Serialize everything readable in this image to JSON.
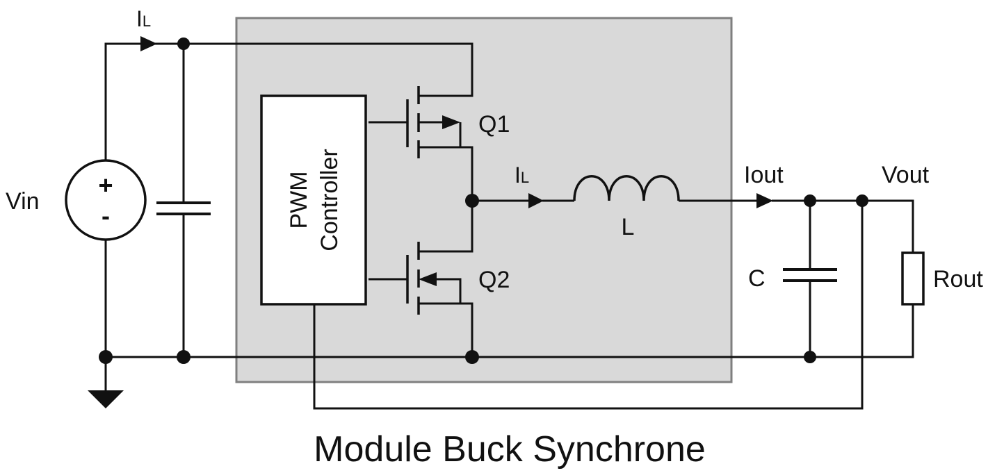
{
  "title": "Module Buck Synchrone",
  "labels": {
    "il_main": "I",
    "il_main_sub": "L",
    "il_inductor": "I",
    "il_inductor_sub": "L",
    "vin": "Vin",
    "plus": "+",
    "minus": "-",
    "q1": "Q1",
    "q2": "Q2",
    "controller_line1": "PWM",
    "controller_line2": "Controller",
    "inductor": "L",
    "iout": "Iout",
    "vout": "Vout",
    "capacitor": "C",
    "rout": "Rout"
  },
  "colors": {
    "module_fill": "#d9d9d9",
    "module_border": "#7f7f7f",
    "wire": "#111111",
    "background": "#ffffff"
  },
  "icons": {
    "source": "voltage-source-icon",
    "ground": "ground-icon",
    "capacitor": "capacitor-icon",
    "inductor": "inductor-icon",
    "resistor": "resistor-icon",
    "mosfet": "mosfet-icon"
  }
}
